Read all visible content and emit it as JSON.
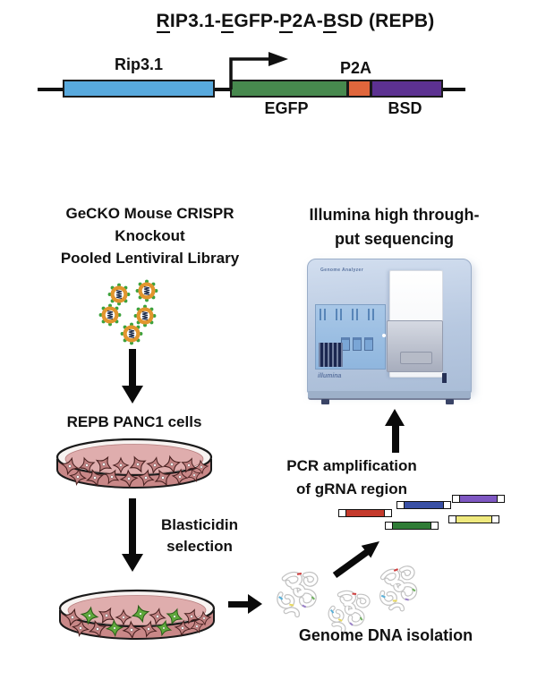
{
  "construct": {
    "title_parts": [
      {
        "t": "R"
      },
      {
        "t": "IP3.1-"
      },
      {
        "t": "E"
      },
      {
        "t": "GFP-"
      },
      {
        "t": "P"
      },
      {
        "t": "2A-"
      },
      {
        "t": "B"
      },
      {
        "t": "SD (REPB)"
      }
    ],
    "boxes": [
      {
        "label": "Rip3.1"
      },
      {
        "label": "EGFP"
      },
      {
        "label": "P2A"
      },
      {
        "label": "BSD"
      }
    ],
    "box_colors": [
      "#58a9dd",
      "#47894e",
      "#e0663c",
      "#5c3191"
    ]
  },
  "library": {
    "line1": "GeCKO Mouse CRISPR",
    "line2": "Knockout",
    "line3": "Pooled Lentiviral Library"
  },
  "labels": {
    "repb_cells": "REPB PANC1 cells",
    "blasticidin1": "Blasticidin",
    "blasticidin2": "selection",
    "pcr1": "PCR amplification",
    "pcr2": "of gRNA region",
    "genome": "Genome DNA isolation",
    "illumina1": "Illumina high through-",
    "illumina2": "put sequencing"
  },
  "machine": {
    "model_label": "Genome Analyzer",
    "brand": "illumina"
  },
  "fragments": {
    "colors": [
      "#c43a2c",
      "#3950a5",
      "#7e57c2",
      "#efe97e",
      "#2f7c36"
    ]
  },
  "palette": {
    "virus_capsid_orange": "#e2952e",
    "virus_spike_green": "#3da23d",
    "dish_medium_pink": "#dfadad",
    "selected_cell_green": "#5fa93c",
    "sequencer_blue": "#b7c8e0"
  }
}
